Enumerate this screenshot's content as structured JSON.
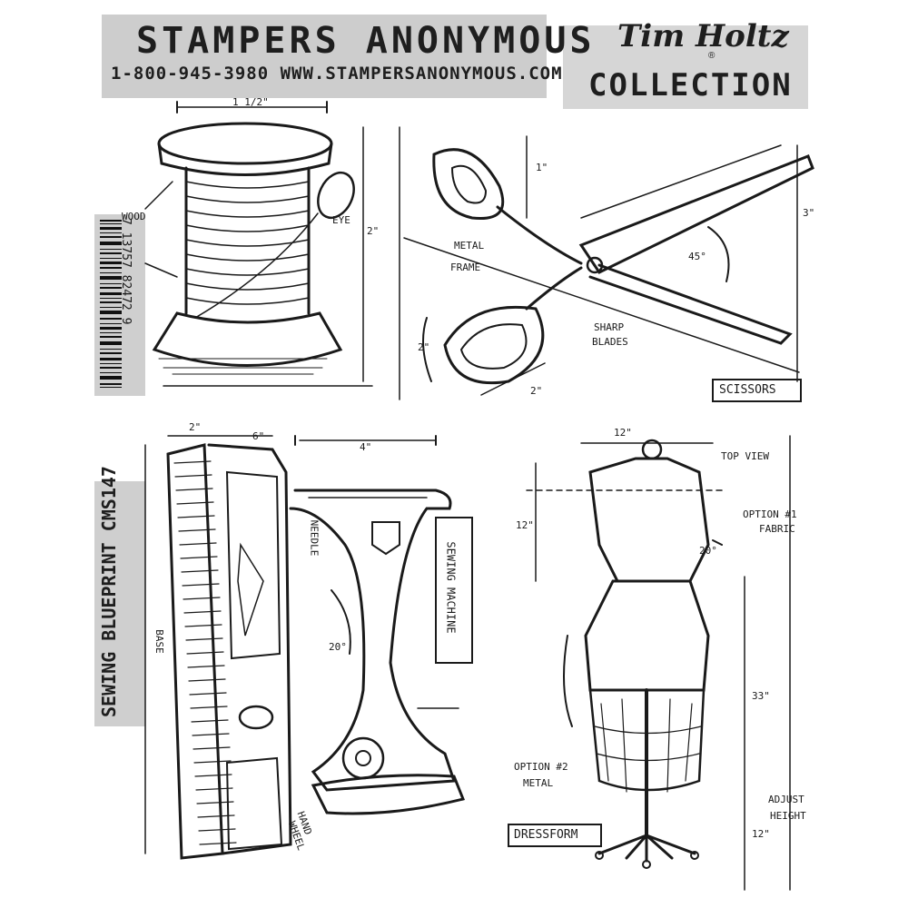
{
  "header": {
    "brand": "STAMPERS ANONYMOUS",
    "contact": "1-800-945-3980 WWW.STAMPERSANONYMOUS.COM",
    "signature": "Tim Holtz",
    "registered_mark": "®",
    "collection_word": "COLLECTION"
  },
  "barcode": {
    "digits": "7 13757 82472 9"
  },
  "product": {
    "code": "SEWING BLUEPRINT CMS147"
  },
  "spool": {
    "dim_top": "1 1/2\"",
    "label_wood": "WOOD",
    "label_eye": "EYE",
    "dim_side": "2\""
  },
  "scissors": {
    "label_metal_frame_1": "METAL",
    "label_metal_frame_2": "FRAME",
    "label_sharp_blades_1": "SHARP",
    "label_sharp_blades_2": "BLADES",
    "angle": "45°",
    "dim_1": "1\"",
    "dim_2": "2\"",
    "dim_3": "2\"",
    "dim_4": "3\"",
    "box_label": "SCISSORS"
  },
  "sewing_machine": {
    "dim_1": "2\"",
    "dim_2": "6\"",
    "dim_3": "4\"",
    "label_needle": "NEEDLE",
    "label_sewing_machine": "SEWING MACHINE",
    "label_base": "BASE",
    "label_hand_wheel_1": "HAND",
    "label_hand_wheel_2": "WHEEL",
    "angle": "20°"
  },
  "dressform": {
    "dim_top": "12\"",
    "label_top_view": "TOP VIEW",
    "label_option1_1": "OPTION #1",
    "label_option1_2": "FABRIC",
    "label_option2_1": "OPTION #2",
    "label_option2_2": "METAL",
    "label_adjust_1": "ADJUST",
    "label_adjust_2": "HEIGHT",
    "dim_side": "12\"",
    "dim_height": "33\"",
    "dim_base": "12\"",
    "angle": "20°",
    "box_label": "DRESSFORM"
  }
}
